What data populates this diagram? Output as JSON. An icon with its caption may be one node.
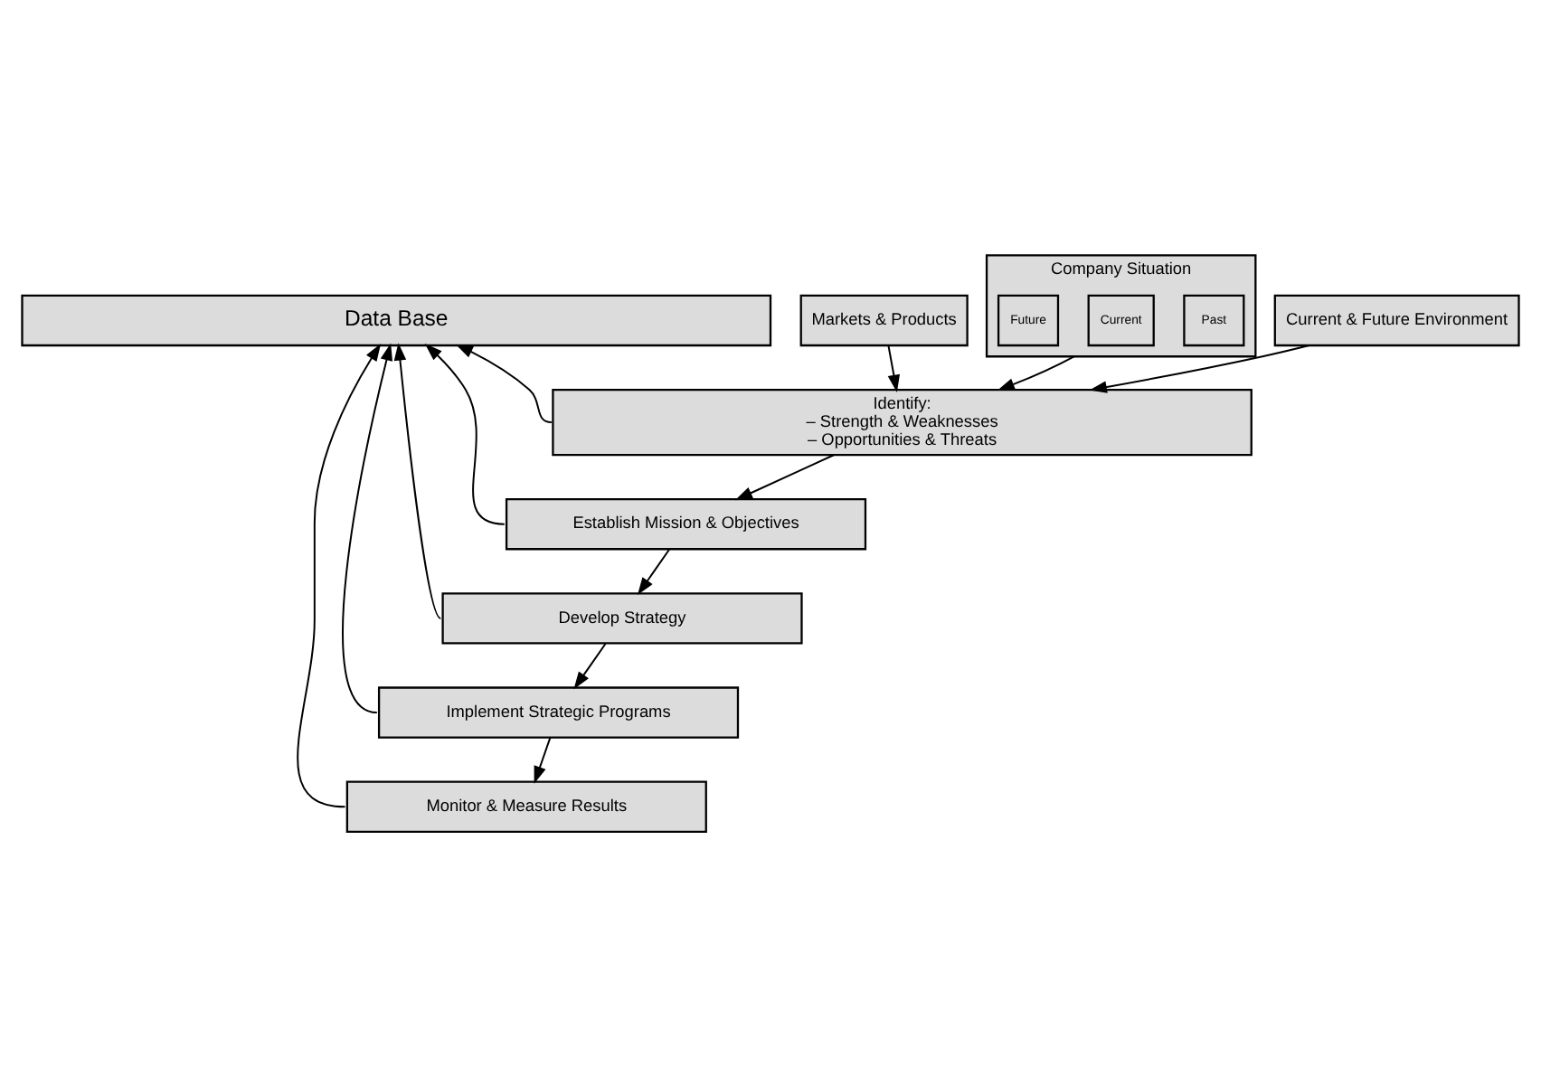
{
  "diagram": {
    "nodes": [
      {
        "text": [
          "Data Base"
        ]
      },
      {
        "text": [
          "Markets & Products"
        ]
      },
      {
        "text": [
          "Company Situation"
        ]
      },
      {
        "text": [
          "Past"
        ],
        "in": 2
      },
      {
        "text": [
          "Current"
        ],
        "in": 2
      },
      {
        "text": [
          "Future"
        ],
        "in": 2
      },
      {
        "text": [
          "Current & Future Environment"
        ]
      },
      {
        "text": [
          "Identify:",
          "– Strength & Weaknesses",
          "– Opportunities & Threats"
        ]
      },
      {
        "text": [
          "Establish Mission & Objectives"
        ]
      },
      {
        "text": [
          "Develop Strategy"
        ]
      },
      {
        "text": [
          "Implement Strategic Programs"
        ]
      },
      {
        "text": [
          "Monitor & Measure Results"
        ]
      }
    ],
    "edges": [
      {
        "from": 1,
        "to": 7,
        "arrow": "to"
      },
      {
        "from": 2,
        "to": 7,
        "arrow": "to"
      },
      {
        "from": 6,
        "to": 7,
        "arrow": "to"
      },
      {
        "from": 7,
        "to": 8,
        "arrow": "to"
      },
      {
        "from": 8,
        "to": 9,
        "arrow": "to"
      },
      {
        "from": 9,
        "to": 10,
        "arrow": "to"
      },
      {
        "from": 10,
        "to": 11,
        "arrow": "to"
      },
      {
        "from": 7,
        "to": 0,
        "arrow": "to"
      },
      {
        "from": 8,
        "to": 0,
        "arrow": "to"
      },
      {
        "from": 9,
        "to": 0,
        "arrow": "to"
      },
      {
        "from": 10,
        "to": 0,
        "arrow": "to"
      },
      {
        "from": 11,
        "to": 0,
        "arrow": "to"
      }
    ]
  }
}
